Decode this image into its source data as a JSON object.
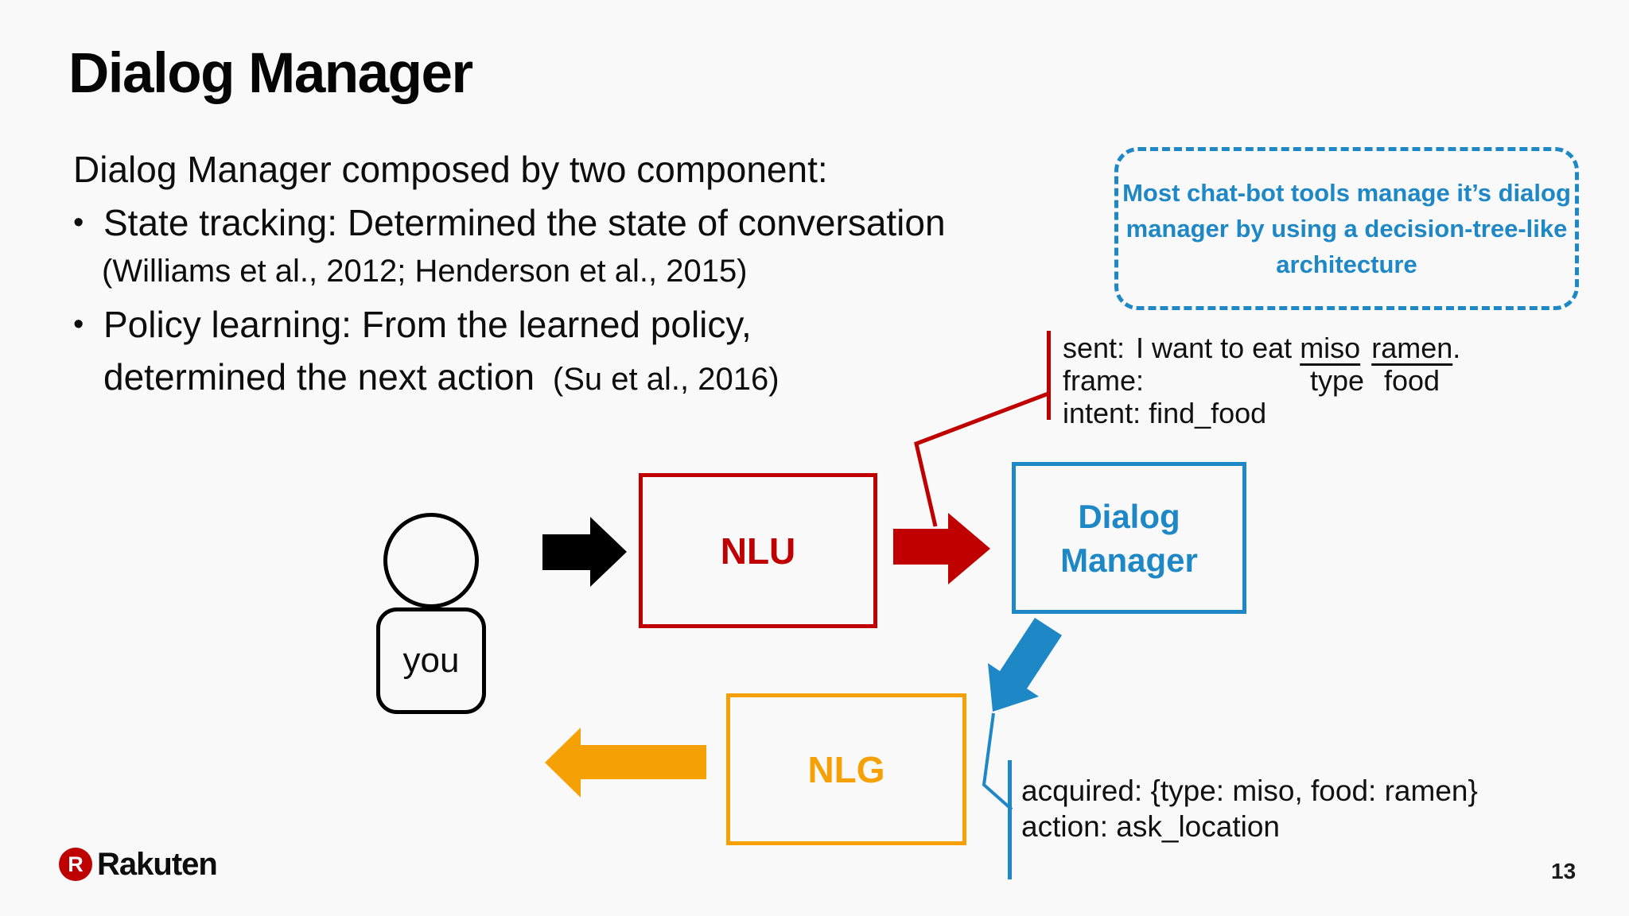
{
  "slide": {
    "title": "Dialog Manager",
    "page_number": "13",
    "background": "#FAF9F9"
  },
  "colors": {
    "red": "#C00000",
    "blue": "#1E87C6",
    "orange": "#F5A105",
    "rakuten_red": "#BF0000",
    "text": "#0d0d0d"
  },
  "body": {
    "intro": "Dialog Manager composed by two component:",
    "bullet_char": "•",
    "bullet1": "State tracking: Determined the state of conversation",
    "bullet1_citation": "(Williams et al., 2012; Henderson et al., 2015)",
    "bullet2": "Policy learning: From the learned policy,",
    "bullet2_cont": "determined the next action",
    "bullet2_citation": "(Su et al., 2016)"
  },
  "callout": {
    "lines": [
      "Most chat-bot tools manage it’s dialog",
      "manager by using a decision-tree-like",
      "architecture"
    ]
  },
  "nlu_annotation": {
    "sent_label": "sent:",
    "sent_text": "I want to eat",
    "word1": "miso",
    "word2": "ramen",
    "period": ".",
    "frame_label": "frame:",
    "type_label": "type",
    "food_label": "food",
    "intent_line": "intent: find_food"
  },
  "dm_annotation": {
    "line1": "acquired: {type: miso, food: ramen}",
    "line2": "action: ask_location"
  },
  "diagram": {
    "user_label": "you",
    "nlu_label": "NLU",
    "dm_label_line1": "Dialog",
    "dm_label_line2": "Manager",
    "nlg_label": "NLG"
  },
  "footer": {
    "brand_initial": "R",
    "brand": "Rakuten"
  }
}
